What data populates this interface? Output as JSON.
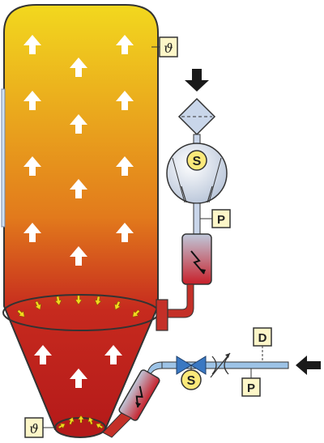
{
  "labels": {
    "temp_top": "ϑ",
    "temp_bottom": "ϑ",
    "speed_blower": "S",
    "pressure_upper": "P",
    "speed_valve": "S",
    "pressure_lower": "P",
    "differential": "D"
  },
  "colors": {
    "vessel_top": "#f2d81e",
    "vessel_mid": "#e07a1e",
    "vessel_bottom": "#c01e1e",
    "pipe": "#c43028",
    "gas_line": "#9dc3e6",
    "label_box": "#fdf6c8",
    "flow_arrow": "#1a1a1a",
    "fluid_arrow": "#ffffff",
    "nozzle_arrow": "#f2d81e"
  },
  "icons": {
    "inlet_top": "down-arrow-icon",
    "filter": "filter-diamond-icon",
    "blower": "blower-icon",
    "heater": "heater-lightning-icon",
    "valve": "control-valve-icon",
    "orifice": "adjustable-orifice-icon",
    "inlet_side": "left-arrow-icon"
  }
}
